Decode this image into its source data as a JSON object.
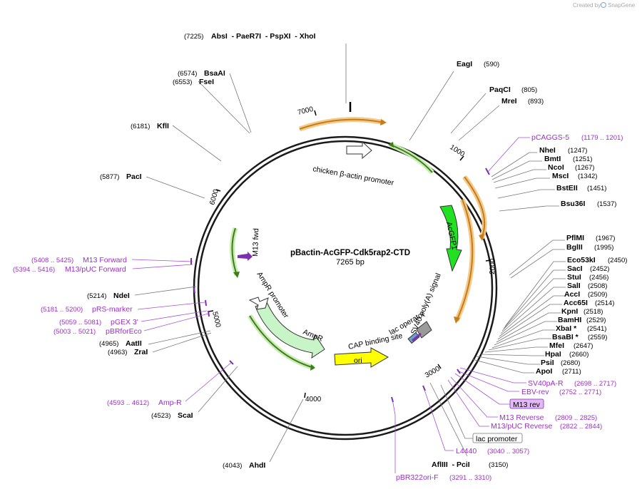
{
  "credit": {
    "prefix": "Created by",
    "brand": "SnapGene"
  },
  "plasmid": {
    "name": "pBactin-AcGFP-Cdk5rap2-CTD",
    "size": "7265 bp"
  },
  "ticks": [
    "1000",
    "2000",
    "3000",
    "4000",
    "5000",
    "6000",
    "7000"
  ],
  "enzymes": [
    {
      "pos": "(7225)",
      "name": "AbsI  - PaeR7I  - PspXI  - XhoI"
    },
    {
      "name": "EagI",
      "pos": "(590)"
    },
    {
      "name": "PaqCI",
      "pos": "(805)"
    },
    {
      "name": "MreI",
      "pos": "(893)"
    },
    {
      "name": "NheI",
      "pos": "(1247)"
    },
    {
      "name": "BmtI",
      "pos": "(1251)"
    },
    {
      "name": "NcoI",
      "pos": "(1267)"
    },
    {
      "name": "MscI",
      "pos": "(1342)"
    },
    {
      "name": "BstEII",
      "pos": "(1451)"
    },
    {
      "name": "Bsu36I",
      "pos": "(1537)"
    },
    {
      "name": "PflMI",
      "pos": "(1967)"
    },
    {
      "name": "BglII",
      "pos": "(1995)"
    },
    {
      "name": "Eco53kI",
      "pos": "(2450)"
    },
    {
      "name": "SacI",
      "pos": "(2452)"
    },
    {
      "name": "StuI",
      "pos": "(2456)"
    },
    {
      "name": "SalI",
      "pos": "(2508)"
    },
    {
      "name": "AccI",
      "pos": "(2509)"
    },
    {
      "name": "Acc65I",
      "pos": "(2514)"
    },
    {
      "name": "KpnI",
      "pos": "(2518)"
    },
    {
      "name": "BamHI",
      "pos": "(2529)"
    },
    {
      "name": "XbaI *",
      "pos": "(2541)"
    },
    {
      "name": "BsaBI *",
      "pos": "(2559)"
    },
    {
      "name": "MfeI",
      "pos": "(2647)"
    },
    {
      "name": "HpaI",
      "pos": "(2660)"
    },
    {
      "name": "PsiI",
      "pos": "(2680)"
    },
    {
      "name": "ApoI",
      "pos": "(2711)"
    },
    {
      "name": "AflIII  - PciI",
      "pos": "(3150)"
    },
    {
      "pos": "(4043)",
      "name": "AhdI"
    },
    {
      "pos": "(4523)",
      "name": "ScaI"
    },
    {
      "pos": "(4963)",
      "name": "ZraI"
    },
    {
      "pos": "(4965)",
      "name": "AatII"
    },
    {
      "pos": "(5214)",
      "name": "NdeI"
    },
    {
      "pos": "(5877)",
      "name": "PacI"
    },
    {
      "pos": "(6181)",
      "name": "KflI"
    },
    {
      "pos": "(6553)",
      "name": "FseI"
    },
    {
      "pos": "(6574)",
      "name": "BsaAI"
    }
  ],
  "primers": [
    {
      "name": "pCAGGS-5",
      "pos": "(1179 .. 1201)"
    },
    {
      "name": "SV40pA-R",
      "pos": "(2698 .. 2717)"
    },
    {
      "name": "EBV-rev",
      "pos": "(2752 .. 2771)"
    },
    {
      "name": "M13 rev",
      "pos": ""
    },
    {
      "name": "M13 Reverse",
      "pos": "(2809 .. 2825)"
    },
    {
      "name": "M13/pUC Reverse",
      "pos": "(2822 .. 2844)"
    },
    {
      "name": "lac promoter",
      "pos": ""
    },
    {
      "name": "L4440",
      "pos": "(3040 .. 3057)"
    },
    {
      "name": "pBR322ori-F",
      "pos": "(3291 .. 3310)"
    },
    {
      "pos": "(4593 .. 4612)",
      "name": "Amp-R"
    },
    {
      "pos": "(5003 .. 5021)",
      "name": "pBRforEco"
    },
    {
      "pos": "(5059 .. 5081)",
      "name": "pGEX 3'"
    },
    {
      "pos": "(5181 .. 5200)",
      "name": "pRS-marker"
    },
    {
      "pos": "(5394 .. 5416)",
      "name": "M13/pUC Forward"
    },
    {
      "pos": "(5408 .. 5425)",
      "name": "M13 Forward"
    }
  ],
  "features": {
    "chicken_actin": "chicken β-actin promoter",
    "acgfp1": "AcGFP1",
    "sv40": "SV40 poly(A) signal",
    "lac_operator": "lac operator",
    "cap_site": "CAP binding site",
    "ori": "ori",
    "ampr": "AmpR",
    "ampr_promoter": "AmpR promoter",
    "m13_fwd": "M13 fwd"
  },
  "colors": {
    "backbone": "#1a1a1a",
    "orange_arc": "#e59a2e",
    "green_arc": "#5aa02c",
    "acgfp1": "#22e022",
    "ori": "#ffff00",
    "ampr": "#c8f5c8",
    "primer": "#9b30c8",
    "m13rev_fill": "#e3b9f5"
  }
}
